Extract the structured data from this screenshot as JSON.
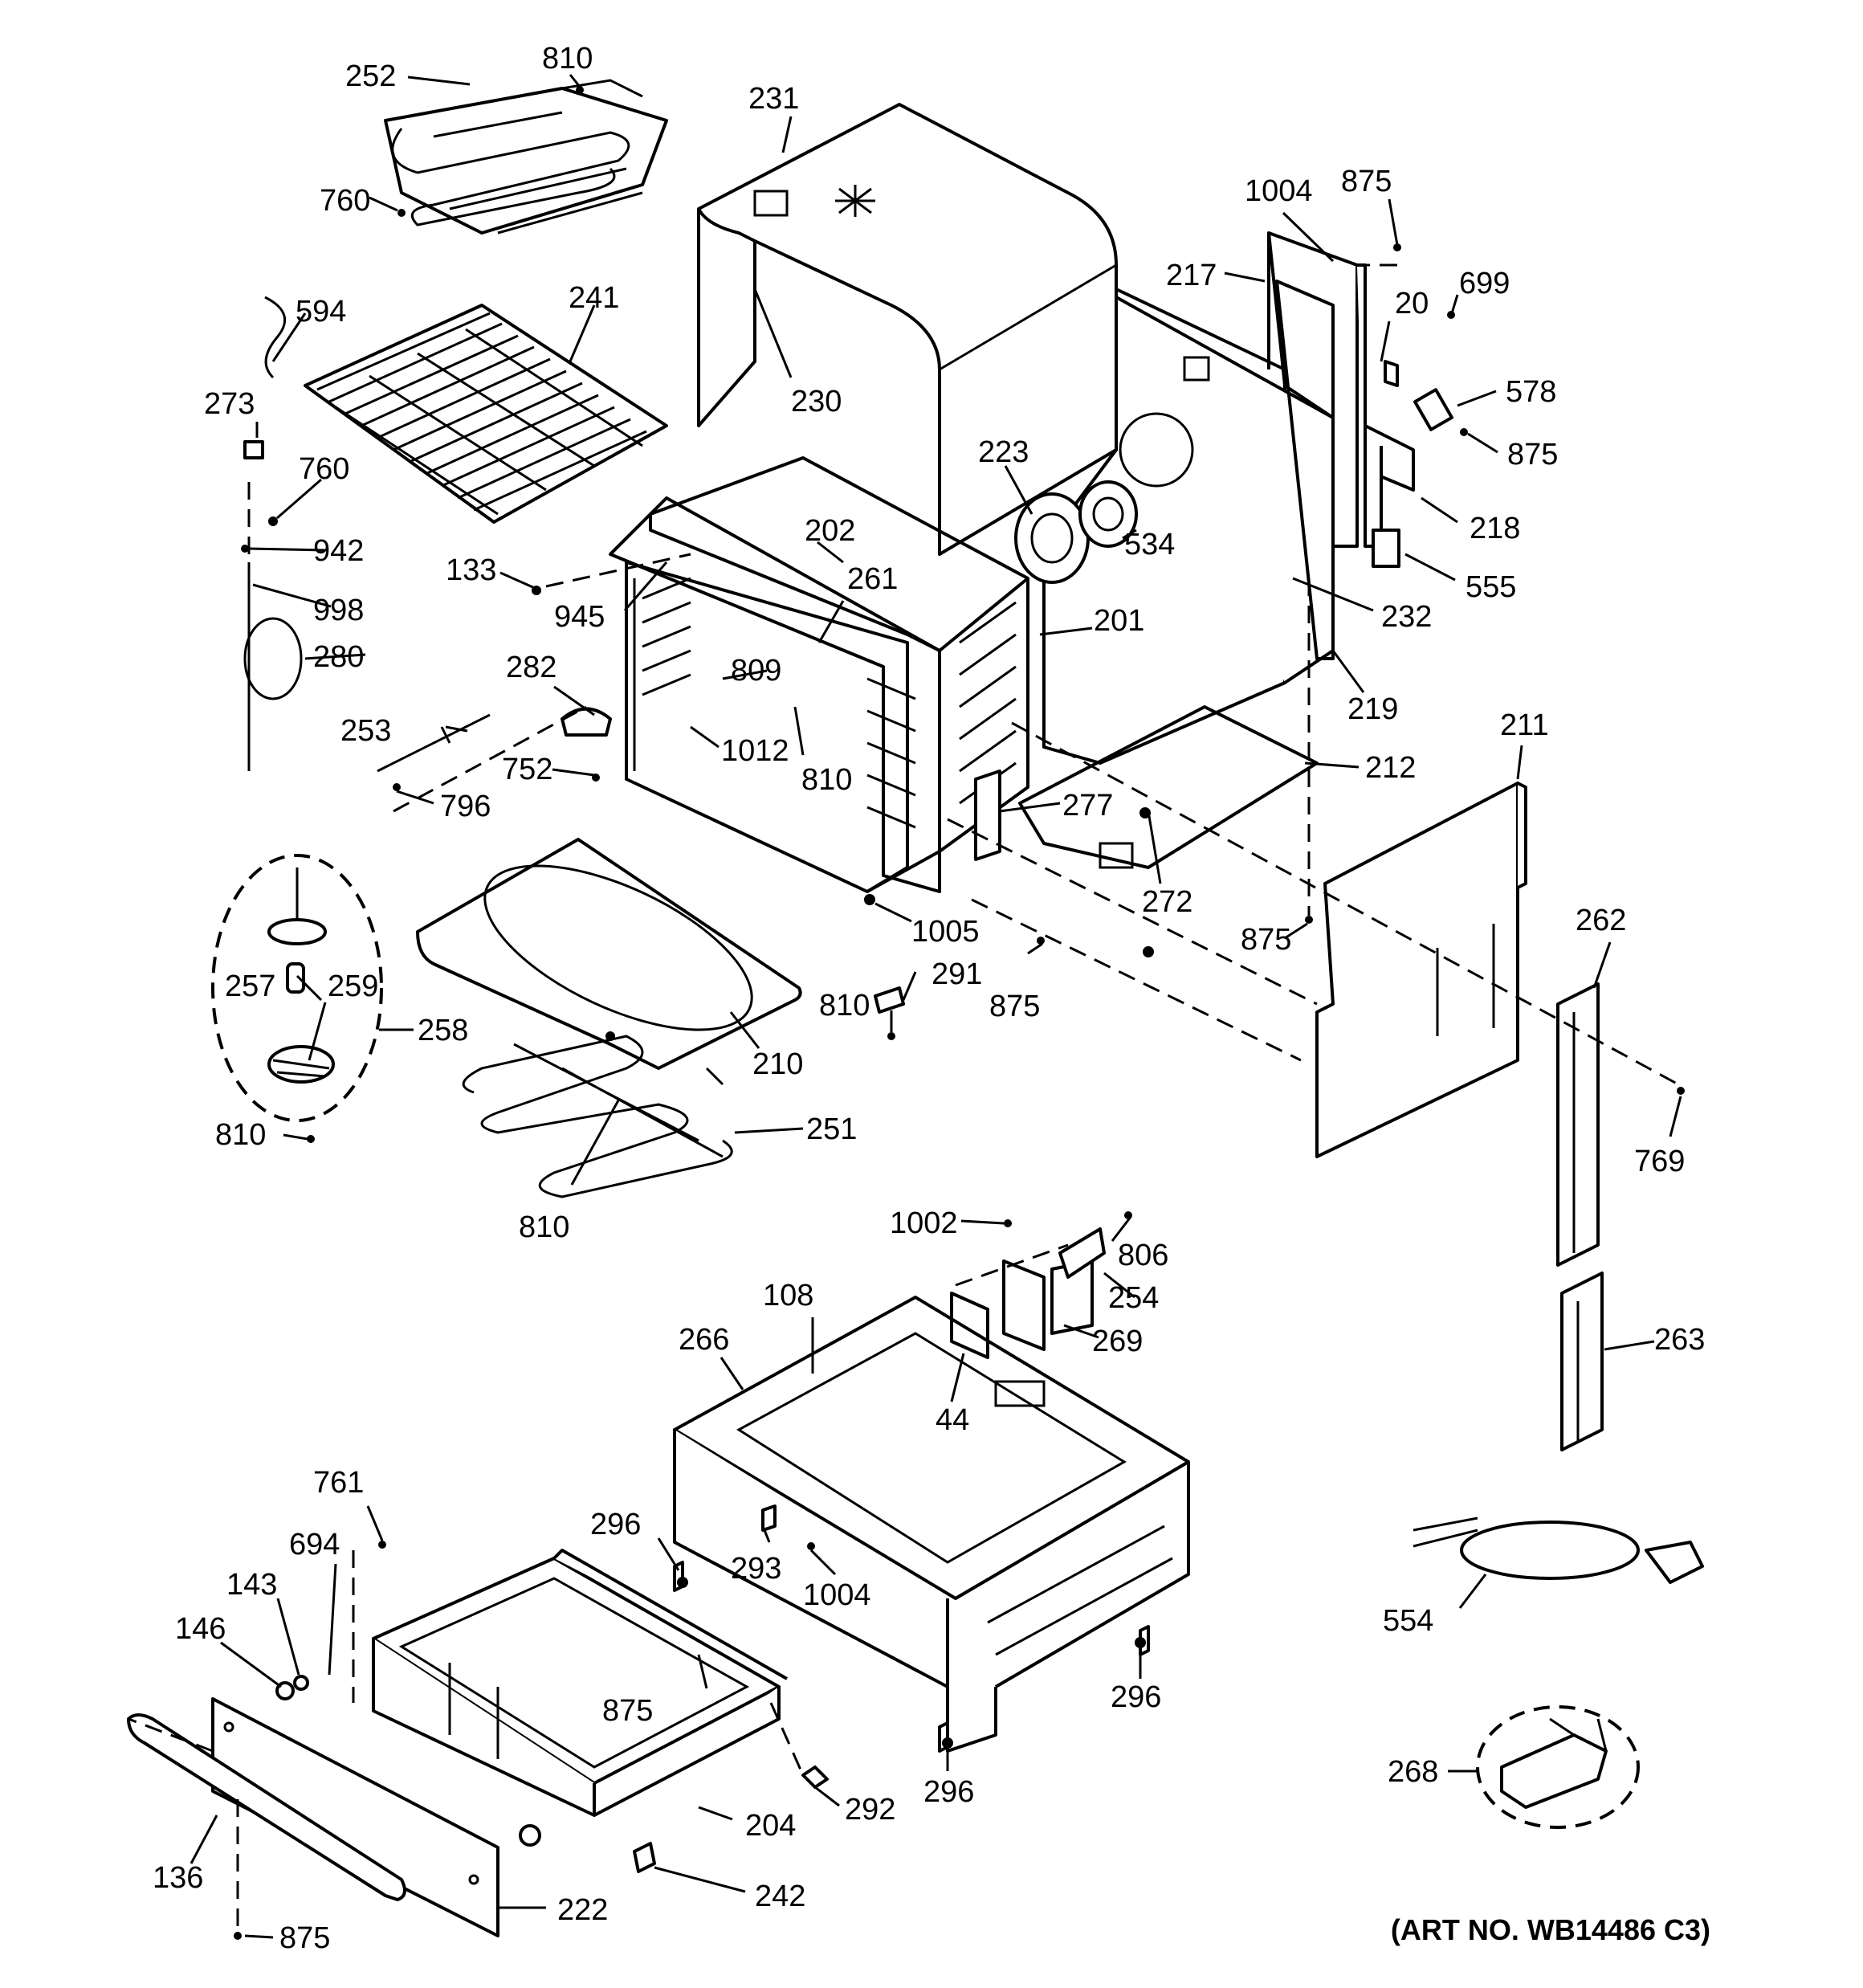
{
  "art_number": "(ART NO. WB14486 C3)",
  "callouts": [
    "252",
    "810",
    "760",
    "594",
    "241",
    "273",
    "760",
    "942",
    "998",
    "280",
    "133",
    "945",
    "282",
    "253",
    "752",
    "796",
    "257",
    "259",
    "258",
    "810",
    "210",
    "251",
    "810",
    "1005",
    "291",
    "810",
    "875",
    "231",
    "230",
    "223",
    "534",
    "202",
    "261",
    "809",
    "1012",
    "810",
    "201",
    "1004",
    "875",
    "217",
    "699",
    "20",
    "578",
    "875",
    "218",
    "555",
    "232",
    "219",
    "212",
    "211",
    "277",
    "272",
    "875",
    "262",
    "769",
    "263",
    "1002",
    "806",
    "254",
    "269",
    "108",
    "266",
    "44",
    "296",
    "293",
    "1004",
    "296",
    "296",
    "761",
    "694",
    "143",
    "146",
    "875",
    "292",
    "204",
    "136",
    "242",
    "222",
    "875",
    "554",
    "268"
  ]
}
